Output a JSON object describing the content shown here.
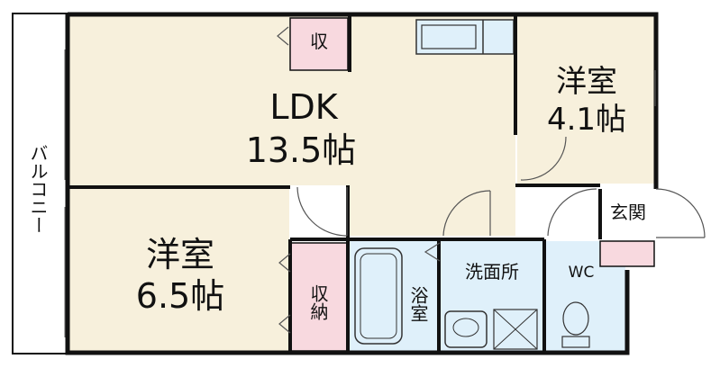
{
  "rooms": {
    "ldk": {
      "name": "LDK",
      "size": "13.5帖"
    },
    "western_room_north": {
      "name": "洋室",
      "size": "4.1帖"
    },
    "western_room_south": {
      "name": "洋室",
      "size": "6.5帖"
    },
    "storage_ldk": "収",
    "storage_south": "収納",
    "bath": "浴室",
    "washroom": "洗面所",
    "toilet": "WC",
    "entrance": "玄関",
    "balcony": "バルコニー"
  },
  "colors": {
    "room_fill": "#f7f0dc",
    "storage_fill": "#f8d9df",
    "wet_fill": "#dff0fa",
    "wall": "#111111",
    "balcony_fill": "#ffffff",
    "entrance_fill": "#ffffff"
  }
}
